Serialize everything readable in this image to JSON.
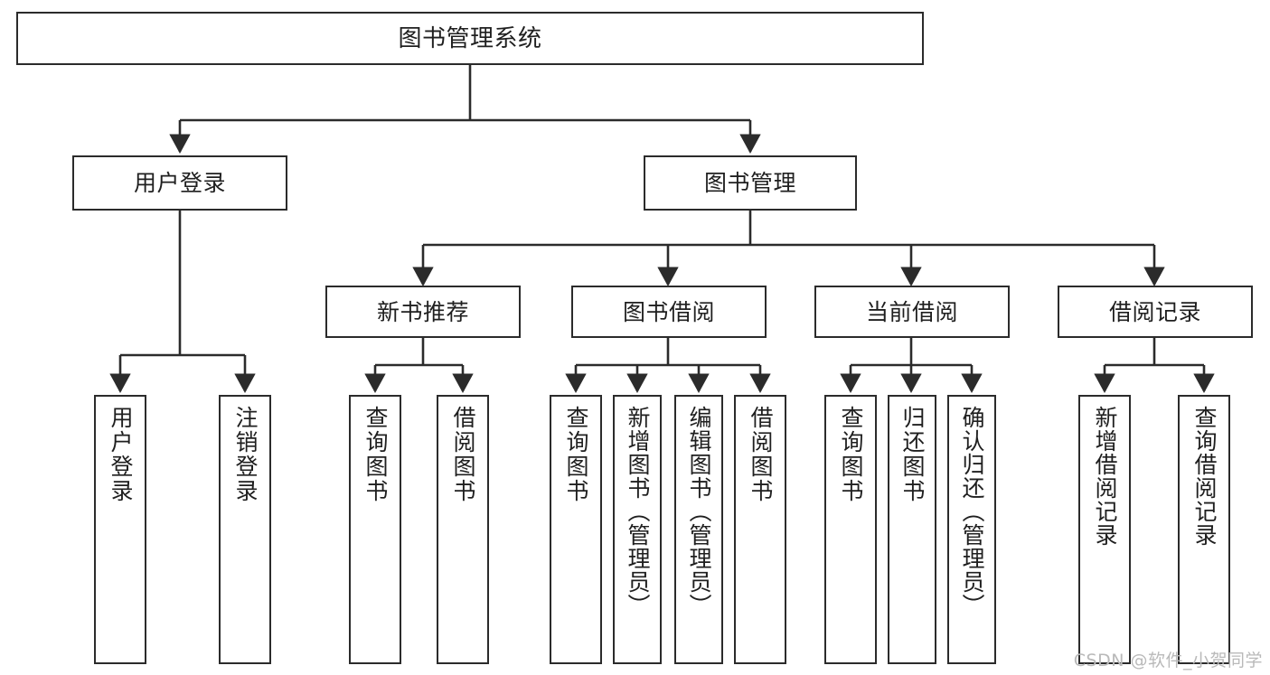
{
  "diagram": {
    "title": "图书管理系统",
    "type": "tree-hierarchy",
    "watermark": "CSDN @软件_小贺同学",
    "colors": {
      "stroke": "#2b2b2b",
      "fill": "#ffffff",
      "text": "#1f1f1f",
      "watermark": "#b9b9b9"
    },
    "root": {
      "label": "图书管理系统"
    },
    "level2": [
      {
        "label": "用户登录"
      },
      {
        "label": "图书管理"
      }
    ],
    "level3": [
      {
        "label": "新书推荐"
      },
      {
        "label": "图书借阅"
      },
      {
        "label": "当前借阅"
      },
      {
        "label": "借阅记录"
      }
    ],
    "leaves": {
      "user_login": [
        {
          "label": "用户登录"
        },
        {
          "label": "注销登录"
        }
      ],
      "new_book_recommend": [
        {
          "label": "查询图书"
        },
        {
          "label": "借阅图书"
        }
      ],
      "book_borrow": [
        {
          "label": "查询图书"
        },
        {
          "label": "新增图书（管理员）"
        },
        {
          "label": "编辑图书（管理员）"
        },
        {
          "label": "借阅图书"
        }
      ],
      "current_borrow": [
        {
          "label": "查询图书"
        },
        {
          "label": "归还图书"
        },
        {
          "label": "确认归还（管理员）"
        }
      ],
      "borrow_record": [
        {
          "label": "新增借阅记录"
        },
        {
          "label": "查询借阅记录"
        }
      ]
    }
  }
}
